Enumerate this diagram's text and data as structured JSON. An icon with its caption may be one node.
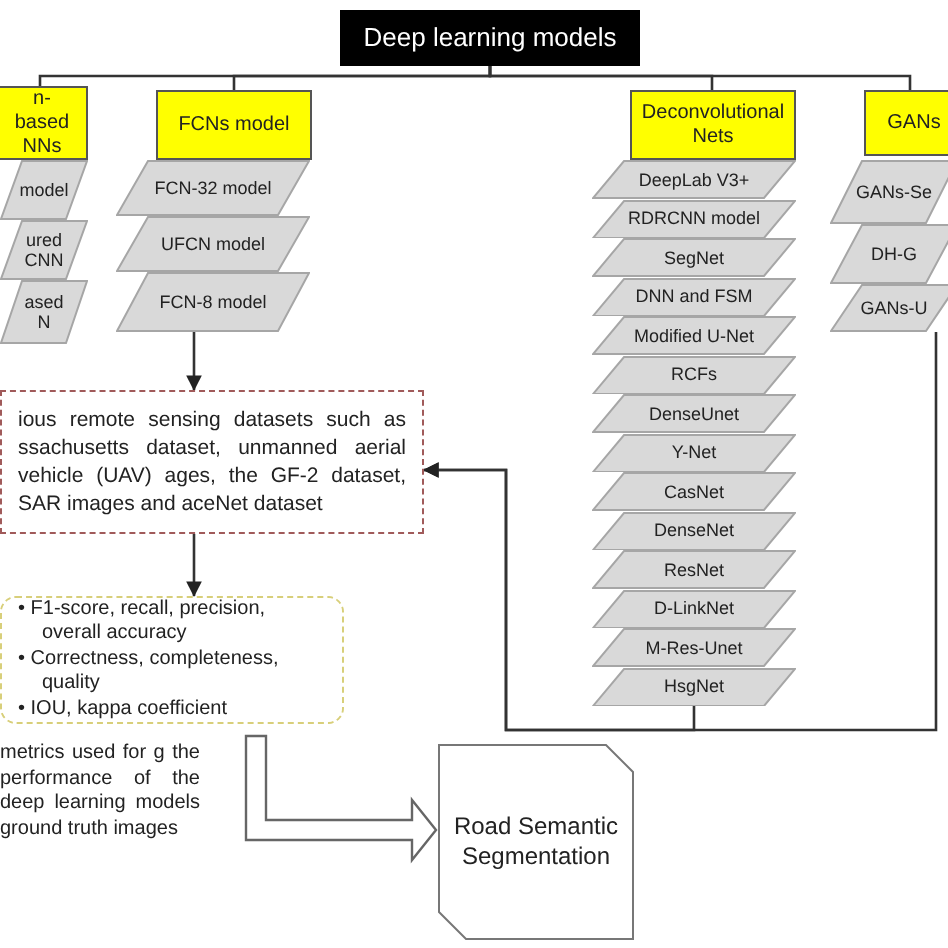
{
  "diagram": {
    "nodes": [
      {
        "text": [
          "Deep learning models"
        ]
      },
      {
        "text": [
          "n-based NNs"
        ]
      },
      {
        "text": [
          "model"
        ]
      },
      {
        "text": [
          "ured CNN"
        ]
      },
      {
        "text": [
          "ased N"
        ]
      },
      {
        "text": [
          "FCNs model"
        ]
      },
      {
        "text": [
          "FCN-32 model"
        ]
      },
      {
        "text": [
          "UFCN model"
        ]
      },
      {
        "text": [
          "FCN-8 model"
        ]
      },
      {
        "text": [
          "Deconvolutional Nets"
        ]
      },
      {
        "text": [
          "DeepLab V3+"
        ]
      },
      {
        "text": [
          "RDRCNN model"
        ]
      },
      {
        "text": [
          "SegNet"
        ]
      },
      {
        "text": [
          "DNN and FSM"
        ]
      },
      {
        "text": [
          "Modified U-Net"
        ]
      },
      {
        "text": [
          "RCFs"
        ]
      },
      {
        "text": [
          "DenseUnet"
        ]
      },
      {
        "text": [
          "Y-Net"
        ]
      },
      {
        "text": [
          "CasNet"
        ]
      },
      {
        "text": [
          "DenseNet"
        ]
      },
      {
        "text": [
          "ResNet"
        ]
      },
      {
        "text": [
          "D-LinkNet"
        ]
      },
      {
        "text": [
          "M-Res-Unet"
        ]
      },
      {
        "text": [
          "HsgNet"
        ]
      },
      {
        "text": [
          "GANs"
        ]
      },
      {
        "text": [
          "GANs-Se"
        ]
      },
      {
        "text": [
          "DH-G"
        ]
      },
      {
        "text": [
          "GANs-U"
        ]
      },
      {
        "text": [
          "ious remote sensing datasets such as ssachusetts dataset, unmanned aerial vehicle (UAV) ages, the GF-2 dataset, SAR images and aceNet dataset"
        ]
      },
      {
        "text": [
          "• F1-score, recall, precision, overall accuracy",
          "• Correctness, completeness, quality",
          "• IOU, kappa coefficient"
        ],
        "beside": [
          "metrics used for g the performance of the deep learning models ground truth images"
        ]
      },
      {
        "text": [
          "Road Semantic Segmentation"
        ]
      }
    ],
    "edges": [
      {
        "from": 0,
        "to": 1,
        "arrow": "none"
      },
      {
        "from": 0,
        "to": 5,
        "arrow": "none"
      },
      {
        "from": 0,
        "to": 9,
        "arrow": "none"
      },
      {
        "from": 0,
        "to": 24,
        "arrow": "none"
      },
      {
        "from": 8,
        "to": 28,
        "arrow": "to"
      },
      {
        "from": 23,
        "to": 28,
        "arrow": "to"
      },
      {
        "from": 27,
        "to": 28,
        "arrow": "to"
      },
      {
        "from": 28,
        "to": 29,
        "arrow": "to"
      },
      {
        "from": 29,
        "to": 30,
        "arrow": "to",
        "style": "thick"
      }
    ]
  }
}
